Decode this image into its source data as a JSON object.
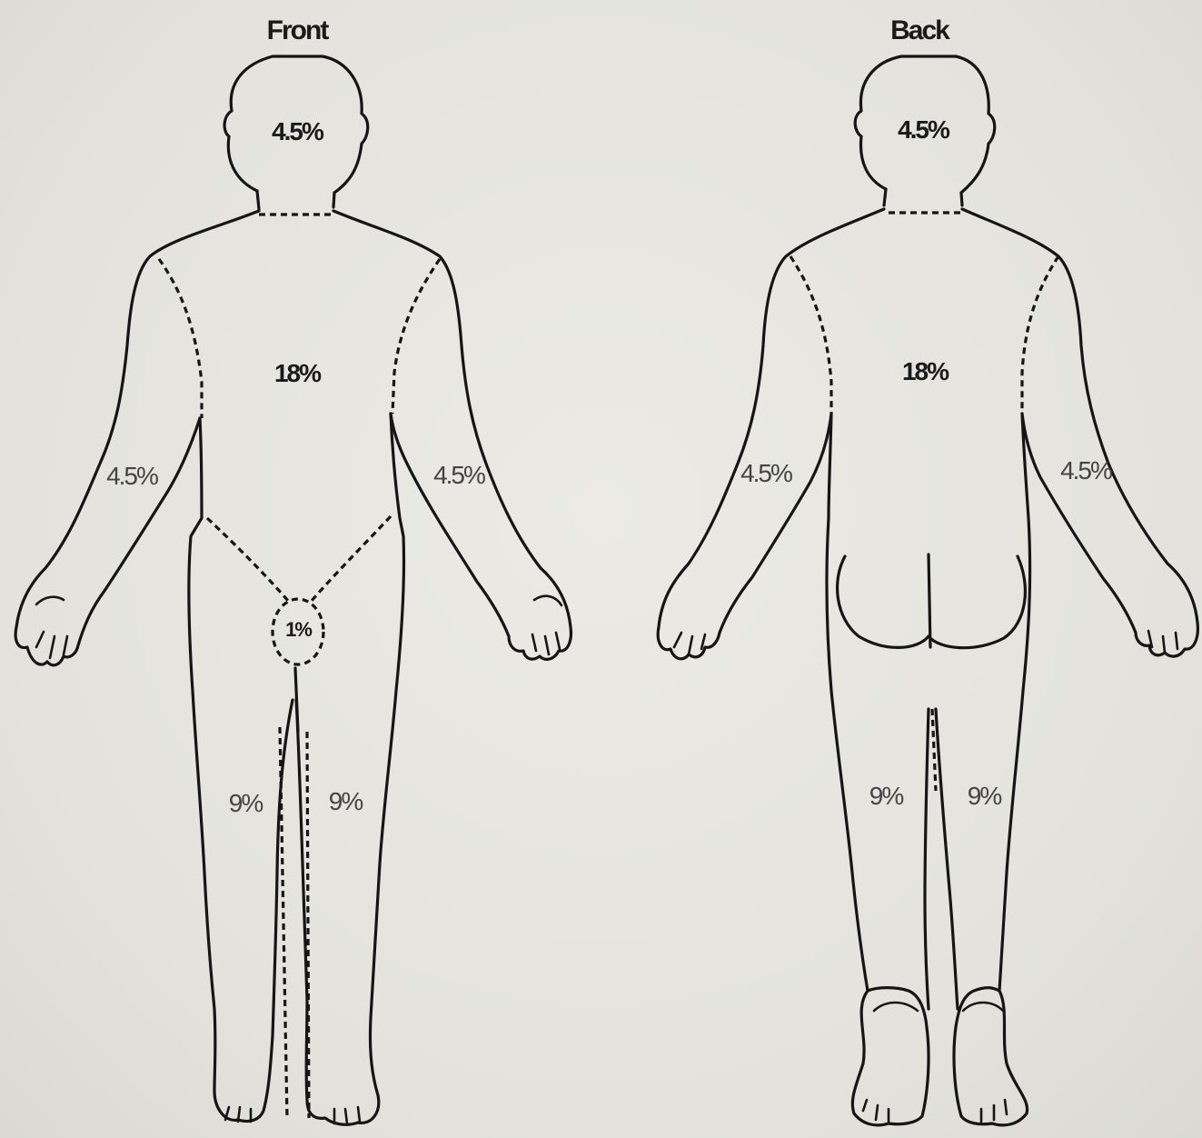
{
  "front": {
    "title": "Front",
    "head": "4.5%",
    "torso": "18%",
    "right_arm": "4.5%",
    "left_arm": "4.5%",
    "groin": "1%",
    "right_leg": "9%",
    "left_leg": "9%"
  },
  "back": {
    "title": "Back",
    "head": "4.5%",
    "torso": "18%",
    "left_arm": "4.5%",
    "right_arm": "4.5%",
    "left_leg": "9%",
    "right_leg": "9%"
  }
}
